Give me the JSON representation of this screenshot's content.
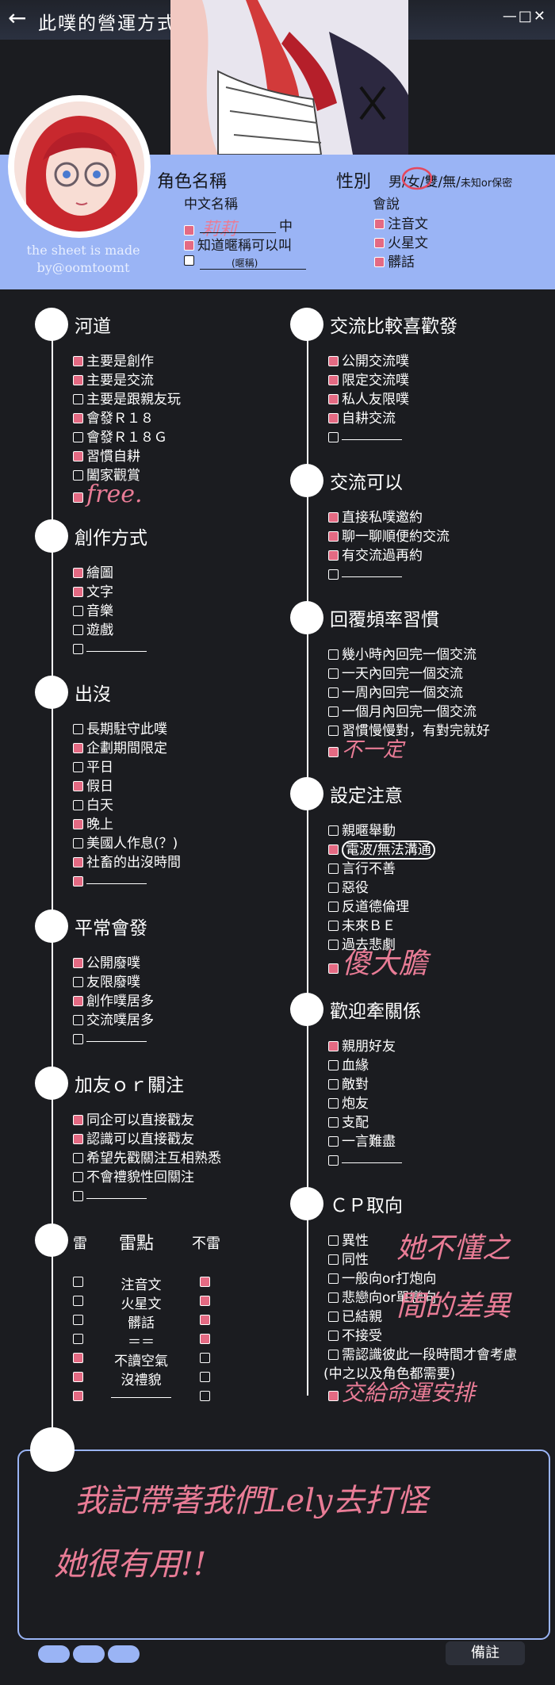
{
  "header": {
    "back_icon": "←",
    "title": "此噗的營運方式",
    "window_controls": "—□✕"
  },
  "profile": {
    "credit": "the sheet is made by@oomtoomt",
    "char_name_label": "角色名稱",
    "cn_name_label": "中文名稱",
    "cn_name_value": "莉莉",
    "cn_suffix": "中",
    "know_nick": "知道暱稱可以叫",
    "nick_label": "(暱稱)",
    "gender_label": "性別",
    "gender_options": "男/女/雙/無/",
    "gender_unknown": "未知or保密",
    "lang_label": "會說",
    "languages": [
      {
        "label": "注音文",
        "checked": true
      },
      {
        "label": "火星文",
        "checked": true
      },
      {
        "label": "髒話",
        "checked": true
      }
    ]
  },
  "left_sections": [
    {
      "title": "河道",
      "items": [
        {
          "label": "主要是創作",
          "checked": true
        },
        {
          "label": "主要是交流",
          "checked": true
        },
        {
          "label": "主要是跟親友玩",
          "checked": false
        },
        {
          "label": "會發Ｒ１８",
          "checked": true
        },
        {
          "label": "會發Ｒ１８Ｇ",
          "checked": false
        },
        {
          "label": "習慣自耕",
          "checked": true
        },
        {
          "label": "闔家觀賞",
          "checked": false
        },
        {
          "label": "",
          "checked": true,
          "hand": "free."
        }
      ]
    },
    {
      "title": "創作方式",
      "items": [
        {
          "label": "繪圖",
          "checked": true
        },
        {
          "label": "文字",
          "checked": true
        },
        {
          "label": "音樂",
          "checked": false
        },
        {
          "label": "遊戲",
          "checked": false
        },
        {
          "label": "",
          "checked": false,
          "blank": true
        }
      ]
    },
    {
      "title": "出沒",
      "items": [
        {
          "label": "長期駐守此噗",
          "checked": false
        },
        {
          "label": "企劃期間限定",
          "checked": true
        },
        {
          "label": "平日",
          "checked": false
        },
        {
          "label": "假日",
          "checked": true
        },
        {
          "label": "白天",
          "checked": false
        },
        {
          "label": "晚上",
          "checked": true
        },
        {
          "label": "美國人作息(？)",
          "checked": false
        },
        {
          "label": "社畜的出沒時間",
          "checked": true
        },
        {
          "label": "",
          "checked": true,
          "blank": true
        }
      ]
    },
    {
      "title": "平常會發",
      "items": [
        {
          "label": "公開廢噗",
          "checked": true
        },
        {
          "label": "友限廢噗",
          "checked": false
        },
        {
          "label": "創作噗居多",
          "checked": true
        },
        {
          "label": "交流噗居多",
          "checked": false
        },
        {
          "label": "",
          "checked": false,
          "blank": true
        }
      ]
    },
    {
      "title": "加友ｏｒ關注",
      "items": [
        {
          "label": "同企可以直接戳友",
          "checked": true
        },
        {
          "label": "認識可以直接戳友",
          "checked": true
        },
        {
          "label": "希望先戳關注互相熟悉",
          "checked": false
        },
        {
          "label": "不會禮貌性回關注",
          "checked": false
        },
        {
          "label": "",
          "checked": false,
          "blank": true
        }
      ]
    }
  ],
  "mine": {
    "col_left": "雷",
    "col_mid": "雷點",
    "col_right": "不雷",
    "rows": [
      {
        "label": "注音文",
        "left": false,
        "right": true
      },
      {
        "label": "火星文",
        "left": false,
        "right": true
      },
      {
        "label": "髒話",
        "left": false,
        "right": true
      },
      {
        "label": "＝＝",
        "left": false,
        "right": true
      },
      {
        "label": "不讀空氣",
        "left": true,
        "right": false
      },
      {
        "label": "沒禮貌",
        "left": true,
        "right": false
      },
      {
        "label": "",
        "left": true,
        "right": false,
        "blank": true
      }
    ]
  },
  "right_sections": [
    {
      "title": "交流比較喜歡發",
      "items": [
        {
          "label": "公開交流噗",
          "checked": true
        },
        {
          "label": "限定交流噗",
          "checked": true
        },
        {
          "label": "私人友限噗",
          "checked": true
        },
        {
          "label": "自耕交流",
          "checked": true
        },
        {
          "label": "",
          "checked": false,
          "blank": true
        }
      ]
    },
    {
      "title": "交流可以",
      "items": [
        {
          "label": "直接私噗邀約",
          "checked": true
        },
        {
          "label": "聊一聊順便約交流",
          "checked": true
        },
        {
          "label": "有交流過再約",
          "checked": true
        },
        {
          "label": "",
          "checked": false,
          "blank": true
        }
      ]
    },
    {
      "title": "回覆頻率習慣",
      "items": [
        {
          "label": "幾小時內回完一個交流",
          "checked": false
        },
        {
          "label": "一天內回完一個交流",
          "checked": false
        },
        {
          "label": "一周內回完一個交流",
          "checked": false
        },
        {
          "label": "一個月內回完一個交流",
          "checked": false
        },
        {
          "label": "習慣慢慢對，有對完就好",
          "checked": false
        },
        {
          "label": "",
          "checked": true,
          "hand": "不一定"
        }
      ]
    },
    {
      "title": "設定注意",
      "items": [
        {
          "label": "親暱舉動",
          "checked": false
        },
        {
          "label": "電波/無法溝通",
          "checked": true
        },
        {
          "label": "言行不善",
          "checked": false
        },
        {
          "label": "惡役",
          "checked": false
        },
        {
          "label": "反道德倫理",
          "checked": false
        },
        {
          "label": "未來ＢＥ",
          "checked": false
        },
        {
          "label": "過去悲劇",
          "checked": false
        },
        {
          "label": "",
          "checked": true,
          "hand": "傻大膽"
        }
      ]
    },
    {
      "title": "歡迎牽關係",
      "items": [
        {
          "label": "親朋好友",
          "checked": true
        },
        {
          "label": "血緣",
          "checked": false
        },
        {
          "label": "敵對",
          "checked": false
        },
        {
          "label": "炮友",
          "checked": false
        },
        {
          "label": "支配",
          "checked": false
        },
        {
          "label": "一言難盡",
          "checked": false
        },
        {
          "label": "",
          "checked": false,
          "blank": true
        }
      ]
    },
    {
      "title": "ＣＰ取向",
      "items": [
        {
          "label": "異性",
          "checked": false
        },
        {
          "label": "同性",
          "checked": false
        },
        {
          "label": "一般向or打炮向",
          "checked": false
        },
        {
          "label": "悲戀向or單戀向",
          "checked": false
        },
        {
          "label": "已結親",
          "checked": false
        },
        {
          "label": "不接受",
          "checked": false
        },
        {
          "label": "需認識彼此一段時間才會考慮",
          "checked": false
        },
        {
          "label": "(中之以及角色都需要)",
          "checked": false,
          "nobox": true
        },
        {
          "label": "",
          "checked": true,
          "hand": "交給命運安排"
        }
      ]
    }
  ],
  "cp_hand": "她不懂之",
  "cp_hand2": "間的差異",
  "note_line1": "我記帶著我們Lely去打怪",
  "note_line2": "她很有用!!",
  "memo_label": "備註",
  "colors": {
    "accent": "#9ab4f5",
    "check": "#e46a83",
    "handwriting": "#e97c96",
    "background": "#1b1c20"
  }
}
